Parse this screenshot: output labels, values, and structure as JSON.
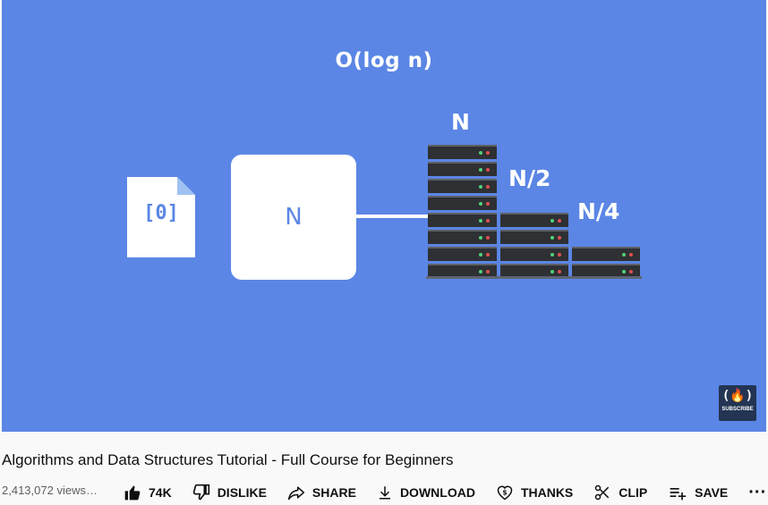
{
  "video": {
    "heading": "O(log n)",
    "doc_text": "[0]",
    "box_label": "N",
    "stack_labels": [
      "N",
      "N/2",
      "N/4"
    ],
    "brand": {
      "glyph": "(🔥)",
      "text": "SUBSCRIBE"
    }
  },
  "info": {
    "title": "Algorithms and Data Structures Tutorial - Full Course for Beginners",
    "views": "2,413,072 views…"
  },
  "actions": {
    "like": "74K",
    "dislike": "DISLIKE",
    "share": "SHARE",
    "download": "DOWNLOAD",
    "thanks": "THANKS",
    "clip": "CLIP",
    "save": "SAVE",
    "more": "···"
  }
}
